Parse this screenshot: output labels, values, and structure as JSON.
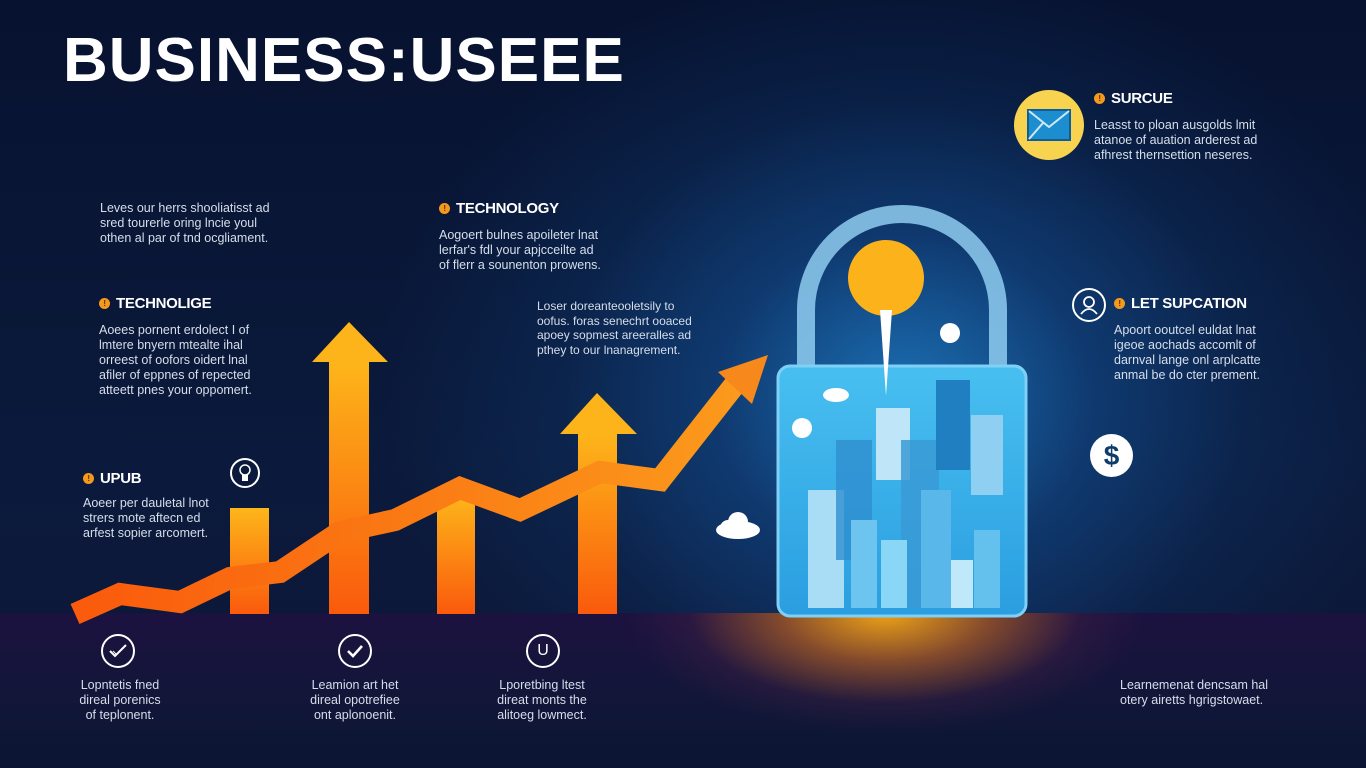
{
  "title": "BUSINESS:USEEE",
  "blocks": {
    "top_left": {
      "lines": [
        "Leves our herrs shooliatisst ad",
        "sred tourerle oring lncie youl",
        "othen al par of tnd ocgliament."
      ]
    },
    "technolige": {
      "heading": "TECHNOLIGE",
      "lines": [
        "Aoees pornent erdolect I of",
        "lmtere bnyern mtealte ihal",
        "orreest of oofors oidert lnal",
        "afiler of eppnes of repected",
        "atteett pnes your oppomert."
      ]
    },
    "upub": {
      "heading": "UPUB",
      "lines": [
        "Aoeer per dauletal lnot",
        "strers mote aftecn ed",
        "arfest sopier arcomert."
      ]
    },
    "technology": {
      "heading": "TECHNOLOGY",
      "lines": [
        "Aogoert bulnes apoileter lnat",
        "lerfar's fdl your apjcceilte ad",
        "of flerr a sounenton prowens."
      ]
    },
    "middle": {
      "lines": [
        "Loser doreanteooletsily to",
        "oofus. foras senechrt ooaced",
        "apoey sopmest areeralles ad",
        "pthey to our lnanagrement."
      ]
    },
    "surcue": {
      "heading": "SURCUE",
      "lines": [
        "Leasst to ploan ausgolds lmit",
        "atanoe of auation arderest ad",
        "afhrest thernsettion neseres."
      ]
    },
    "let_supcation": {
      "heading": "LET SUPCATION",
      "lines": [
        "Apoort ooutcel euldat lnat",
        "igeoe aochads accomlt of",
        "darnval lange onl arplcatte",
        "anmal be do cter prement."
      ]
    }
  },
  "bottom": [
    {
      "icon": "double-check-circle-icon",
      "lines": [
        "Lopntetis fned",
        "direal porenics",
        "of teplonent."
      ]
    },
    {
      "icon": "check-circle-icon",
      "lines": [
        "Leamion art het",
        "direal opotrefiee",
        "ont aplonoenit."
      ]
    },
    {
      "icon": "u-circle-icon",
      "lines": [
        "Lporetbing ltest",
        "direat monts the",
        "alitoeg lowmect."
      ]
    },
    {
      "icon": "none",
      "lines": [
        "Learnemenat dencsam hal",
        "otery airetts hgrigstowaet."
      ]
    }
  ],
  "colors": {
    "background": "#0a1634",
    "accent_orange": "#f7791c",
    "accent_yellow": "#fbb417",
    "lock_blue": "#3fb1ea",
    "text": "#d6deea"
  }
}
